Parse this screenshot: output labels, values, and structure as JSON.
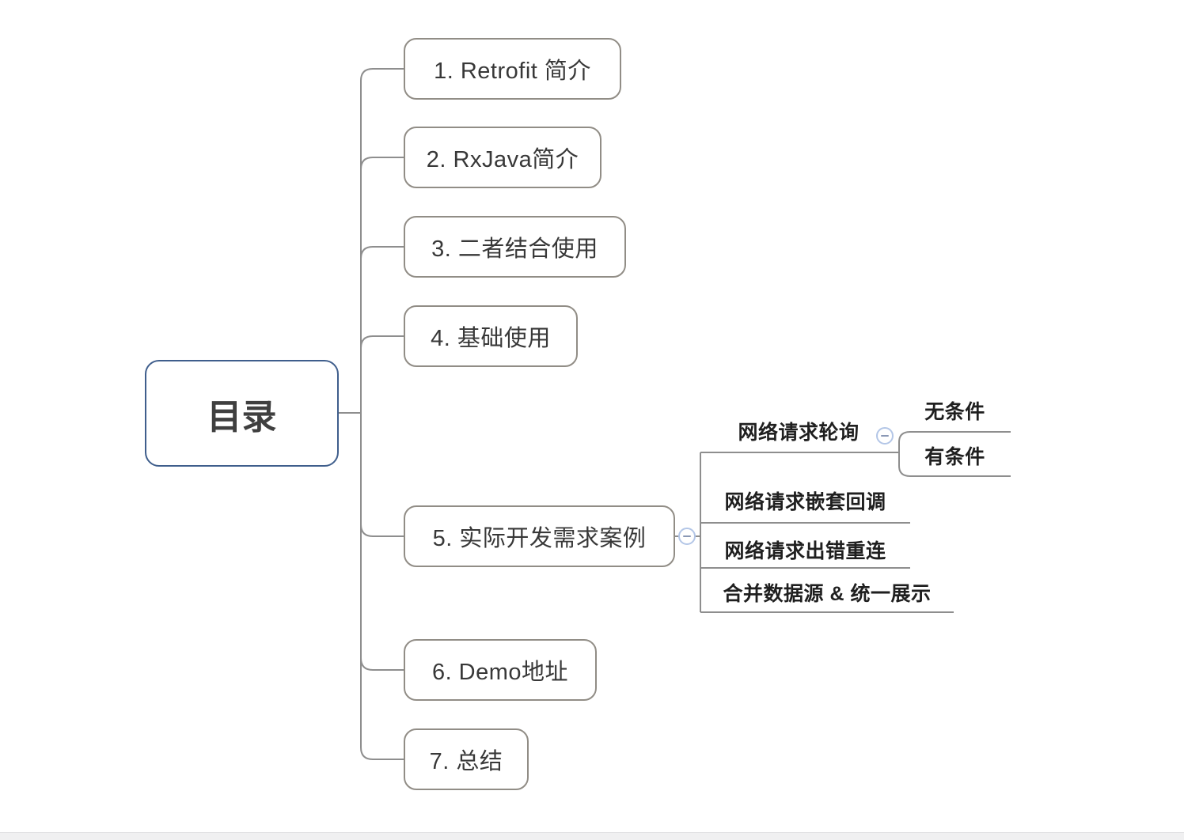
{
  "diagram": {
    "type": "mindmap",
    "title": "目录"
  },
  "colors": {
    "background": "#ffffff",
    "connector": "#8e8e8e",
    "topic_border": "#918d86",
    "root_border": "#3f5e8c",
    "topic_text": "#383838",
    "collapse_circle_border": "#b3c6e7",
    "collapse_minus": "#8a98b5"
  },
  "root": {
    "label": "目录"
  },
  "branches": [
    {
      "label": "1. Retrofit 简介"
    },
    {
      "label": "2. RxJava简介"
    },
    {
      "label": "3. 二者结合使用"
    },
    {
      "label": "4. 基础使用"
    },
    {
      "label": "5. 实际开发需求案例",
      "collapse_icon": "minus",
      "children": [
        {
          "label": "网络请求轮询",
          "collapse_icon": "minus",
          "children": [
            {
              "label": "无条件"
            },
            {
              "label": "有条件"
            }
          ]
        },
        {
          "label": "网络请求嵌套回调"
        },
        {
          "label": "网络请求出错重连"
        },
        {
          "label": "合并数据源 & 统一展示"
        }
      ]
    },
    {
      "label": "6. Demo地址"
    },
    {
      "label": "7. 总结"
    }
  ]
}
